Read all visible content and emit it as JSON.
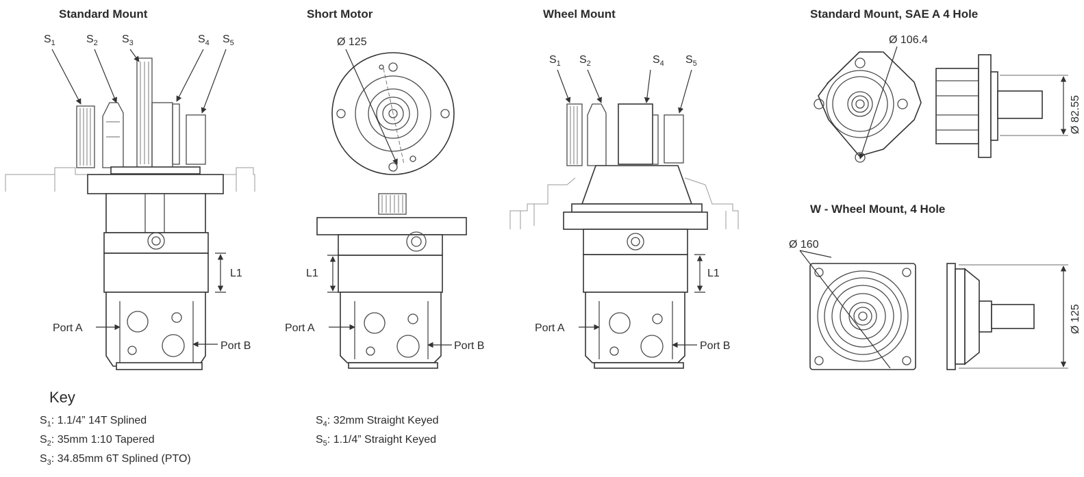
{
  "titles": {
    "standard_mount": "Standard Mount",
    "short_motor": "Short Motor",
    "wheel_mount": "Wheel Mount",
    "sae_mount": "Standard Mount, SAE A 4 Hole",
    "wheel_mount_4hole": "W - Wheel Mount, 4 Hole"
  },
  "shaft_labels": [
    "S",
    "S",
    "S",
    "S",
    "S"
  ],
  "shaft_subscripts": [
    "1",
    "2",
    "3",
    "4",
    "5"
  ],
  "labels": {
    "l1": "L1",
    "port_a": "Port A",
    "port_b": "Port B"
  },
  "dimensions": {
    "short_dia": "Ø 125",
    "sae_dia": "Ø 106.4",
    "sae_side": "Ø 82.55",
    "wheel_dia": "Ø 160",
    "wheel_side": "Ø 125"
  },
  "key": {
    "title": "Key",
    "items": [
      {
        "s": "S",
        "sub": "1",
        "text": ": 1.1/4” 14T Splined"
      },
      {
        "s": "S",
        "sub": "2",
        "text": ": 35mm 1:10 Tapered"
      },
      {
        "s": "S",
        "sub": "3",
        "text": ": 34.85mm 6T Splined (PTO)"
      },
      {
        "s": "S",
        "sub": "4",
        "text": ": 32mm Straight Keyed"
      },
      {
        "s": "S",
        "sub": "5",
        "text": ": 1.1/4” Straight Keyed"
      }
    ]
  }
}
